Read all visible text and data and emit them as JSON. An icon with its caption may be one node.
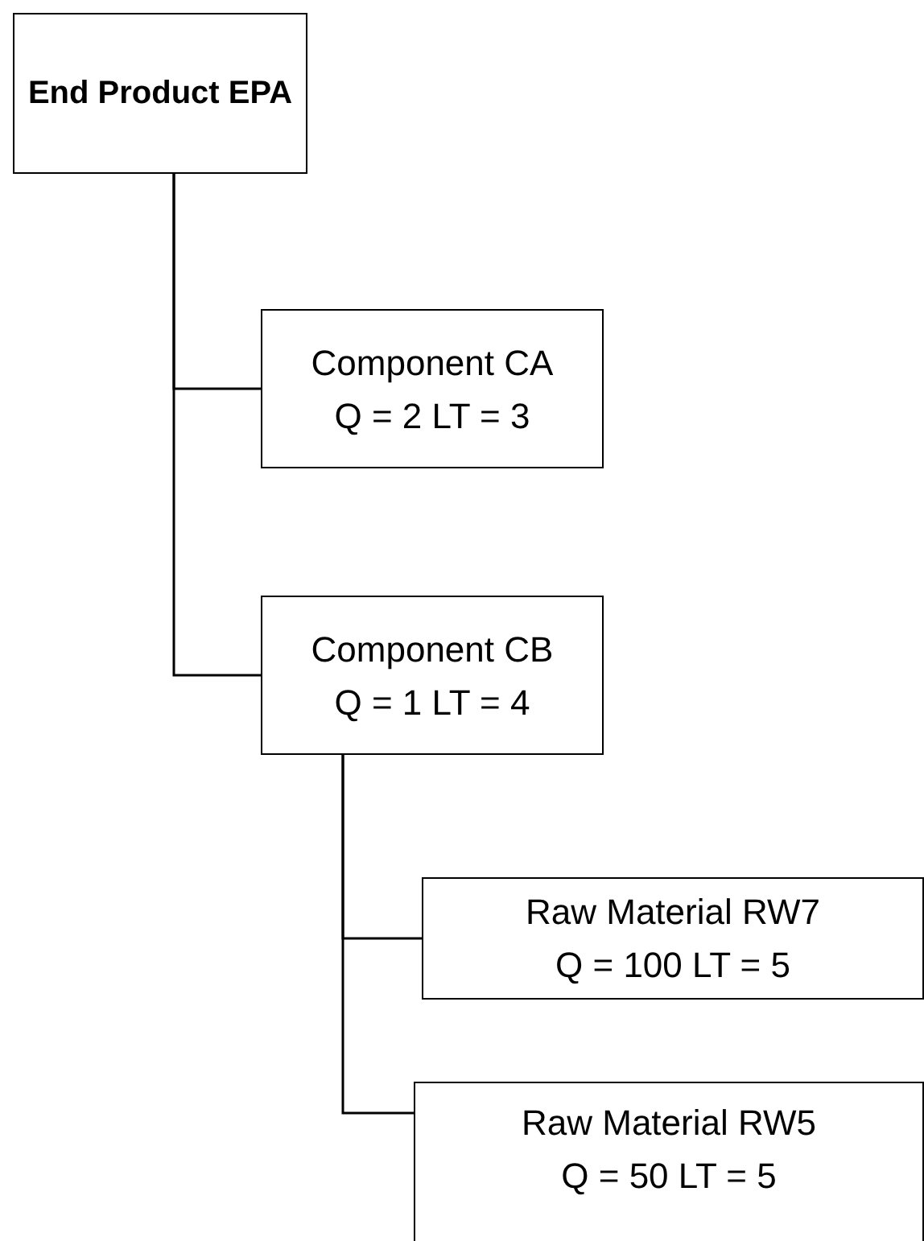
{
  "diagram": {
    "nodes": [
      {
        "text": [
          "End Product EPA"
        ]
      },
      {
        "text": [
          "Component CA",
          "Q = 2 LT = 3"
        ]
      },
      {
        "text": [
          "Component CB",
          "Q = 1 LT = 4"
        ]
      },
      {
        "text": [
          "Raw Material RW7",
          "Q = 100 LT = 5"
        ]
      },
      {
        "text": [
          "Raw Material RW5",
          "Q = 50 LT = 5"
        ]
      }
    ],
    "edges": [
      {
        "from": 0,
        "to": 1,
        "arrow": "none"
      },
      {
        "from": 0,
        "to": 2,
        "arrow": "none"
      },
      {
        "from": 2,
        "to": 3,
        "arrow": "none"
      },
      {
        "from": 2,
        "to": 4,
        "arrow": "none"
      }
    ]
  }
}
